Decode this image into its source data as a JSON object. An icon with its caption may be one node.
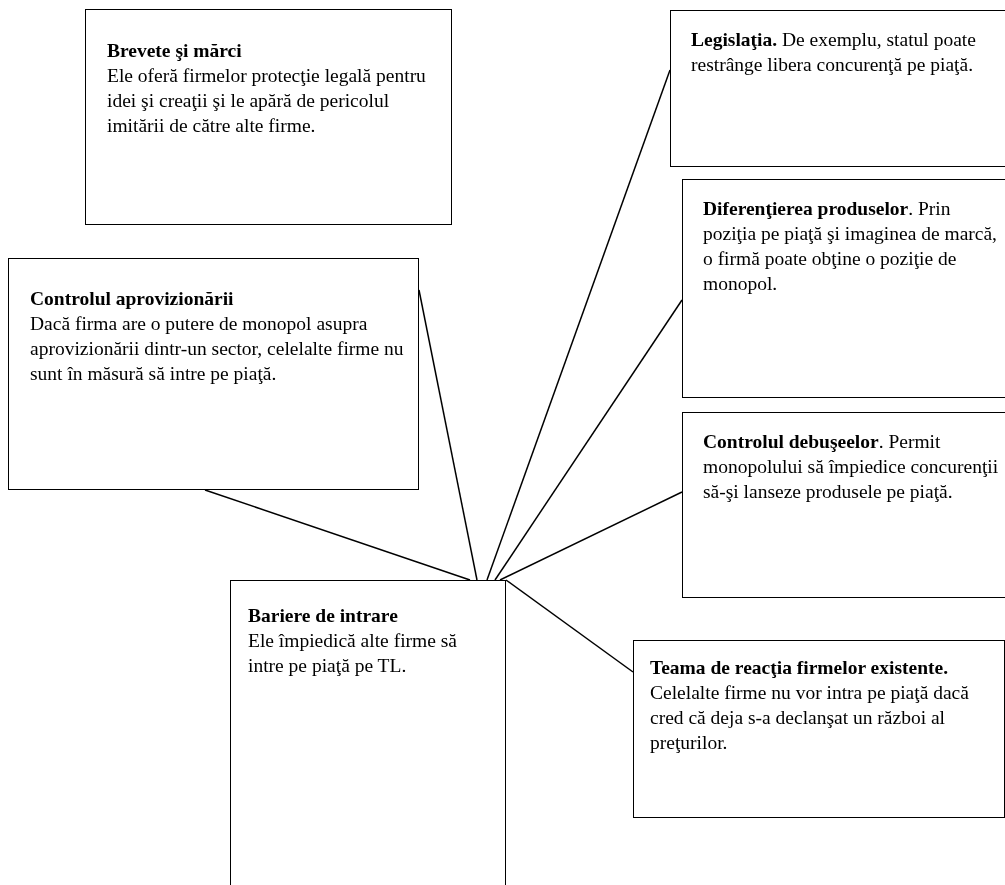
{
  "diagram": {
    "nodes": [
      {
        "text": [
          "Brevete şi mărci",
          "Ele oferă firmelor protecţie legală pentru idei şi creaţii şi le apără de pericolul imitării de către alte firme."
        ]
      },
      {
        "text": [
          "Controlul aprovizionării",
          "Dacă firma are o putere de monopol asupra aprovizionării dintr-un sector, celelalte firme nu sunt în măsură să intre pe piaţă."
        ]
      },
      {
        "text": [
          "**Legislaţia.** De exemplu, statul poate restrânge libera concurenţă pe piaţă."
        ]
      },
      {
        "text": [
          "**Diferenţierea produselor**. Prin poziţia pe piaţă şi imaginea de marcă, o firmă poate obţine o poziţie de monopol."
        ]
      },
      {
        "text": [
          "**Controlul debuşeelor**. Permit monopolului să împiedice concurenţii să-şi lanseze produsele pe piaţă."
        ]
      },
      {
        "text": [
          "**Teama de reacţia firmelor existente.** Celelalte firme nu vor intra pe piaţă dacă cred că deja s-a declanşat un război al preţurilor."
        ]
      },
      {
        "text": [
          "Bariere de intrare",
          "Ele împiedică alte firme să intre pe piaţă pe TL."
        ]
      }
    ],
    "edges": [
      {
        "from": 6,
        "to": 1,
        "arrow": "none"
      },
      {
        "from": 6,
        "to": 1,
        "arrow": "none"
      },
      {
        "from": 6,
        "to": 2,
        "arrow": "none"
      },
      {
        "from": 6,
        "to": 3,
        "arrow": "none"
      },
      {
        "from": 6,
        "to": 4,
        "arrow": "none"
      },
      {
        "from": 6,
        "to": 5,
        "arrow": "none"
      }
    ]
  }
}
